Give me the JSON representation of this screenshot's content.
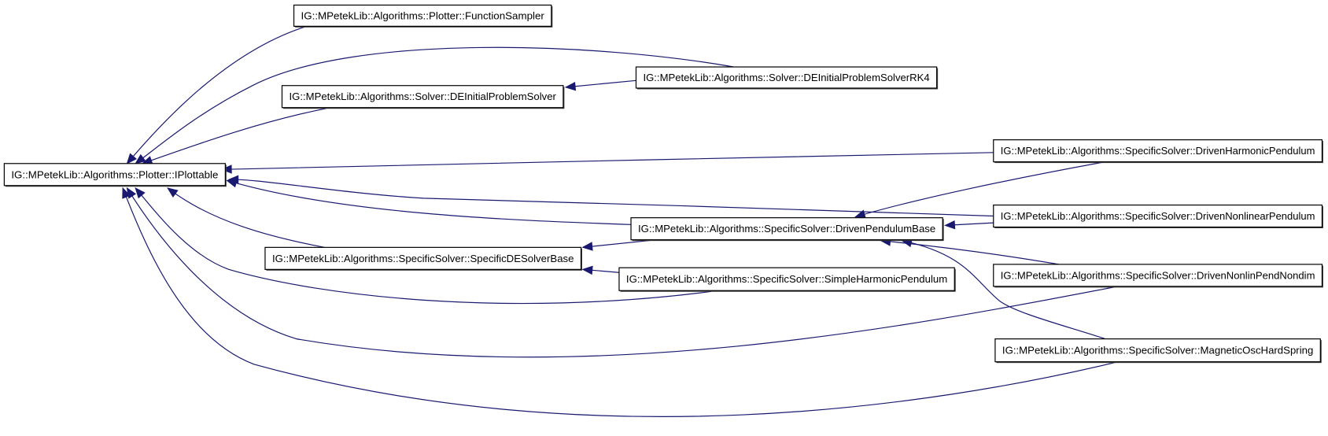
{
  "diagram": {
    "type": "class-inheritance-graph",
    "colors": {
      "edge": "#191970",
      "node_border": "#000000",
      "node_fill": "#ffffff"
    },
    "nodes": [
      {
        "id": "IPlottable",
        "label": "IG::MPetekLib::Algorithms::Plotter::IPlottable"
      },
      {
        "id": "FunctionSampler",
        "label": "IG::MPetekLib::Algorithms::Plotter::FunctionSampler"
      },
      {
        "id": "DEInitialProblemSolver",
        "label": "IG::MPetekLib::Algorithms::Solver::DEInitialProblemSolver"
      },
      {
        "id": "DEInitialProblemSolverRK4",
        "label": "IG::MPetekLib::Algorithms::Solver::DEInitialProblemSolverRK4"
      },
      {
        "id": "SpecificDESolverBase",
        "label": "IG::MPetekLib::Algorithms::SpecificSolver::SpecificDESolverBase"
      },
      {
        "id": "DrivenPendulumBase",
        "label": "IG::MPetekLib::Algorithms::SpecificSolver::DrivenPendulumBase"
      },
      {
        "id": "SimpleHarmonicPendulum",
        "label": "IG::MPetekLib::Algorithms::SpecificSolver::SimpleHarmonicPendulum"
      },
      {
        "id": "DrivenHarmonicPendulum",
        "label": "IG::MPetekLib::Algorithms::SpecificSolver::DrivenHarmonicPendulum"
      },
      {
        "id": "DrivenNonlinearPendulum",
        "label": "IG::MPetekLib::Algorithms::SpecificSolver::DrivenNonlinearPendulum"
      },
      {
        "id": "DrivenNonlinPendNondim",
        "label": "IG::MPetekLib::Algorithms::SpecificSolver::DrivenNonlinPendNondim"
      },
      {
        "id": "MagneticOscHardSpring",
        "label": "IG::MPetekLib::Algorithms::SpecificSolver::MagneticOscHardSpring"
      }
    ],
    "edges": [
      {
        "from": "FunctionSampler",
        "to": "IPlottable"
      },
      {
        "from": "DEInitialProblemSolverRK4",
        "to": "IPlottable"
      },
      {
        "from": "DEInitialProblemSolver",
        "to": "IPlottable"
      },
      {
        "from": "DEInitialProblemSolverRK4",
        "to": "DEInitialProblemSolver"
      },
      {
        "from": "DrivenHarmonicPendulum",
        "to": "IPlottable"
      },
      {
        "from": "DrivenNonlinearPendulum",
        "to": "IPlottable"
      },
      {
        "from": "DrivenPendulumBase",
        "to": "IPlottable"
      },
      {
        "from": "SpecificDESolverBase",
        "to": "IPlottable"
      },
      {
        "from": "SimpleHarmonicPendulum",
        "to": "IPlottable"
      },
      {
        "from": "DrivenNonlinPendNondim",
        "to": "IPlottable"
      },
      {
        "from": "MagneticOscHardSpring",
        "to": "IPlottable"
      },
      {
        "from": "DrivenPendulumBase",
        "to": "SpecificDESolverBase"
      },
      {
        "from": "SimpleHarmonicPendulum",
        "to": "SpecificDESolverBase"
      },
      {
        "from": "DrivenHarmonicPendulum",
        "to": "DrivenPendulumBase"
      },
      {
        "from": "DrivenNonlinearPendulum",
        "to": "DrivenPendulumBase"
      },
      {
        "from": "DrivenNonlinPendNondim",
        "to": "DrivenPendulumBase"
      },
      {
        "from": "MagneticOscHardSpring",
        "to": "DrivenPendulumBase"
      }
    ]
  }
}
